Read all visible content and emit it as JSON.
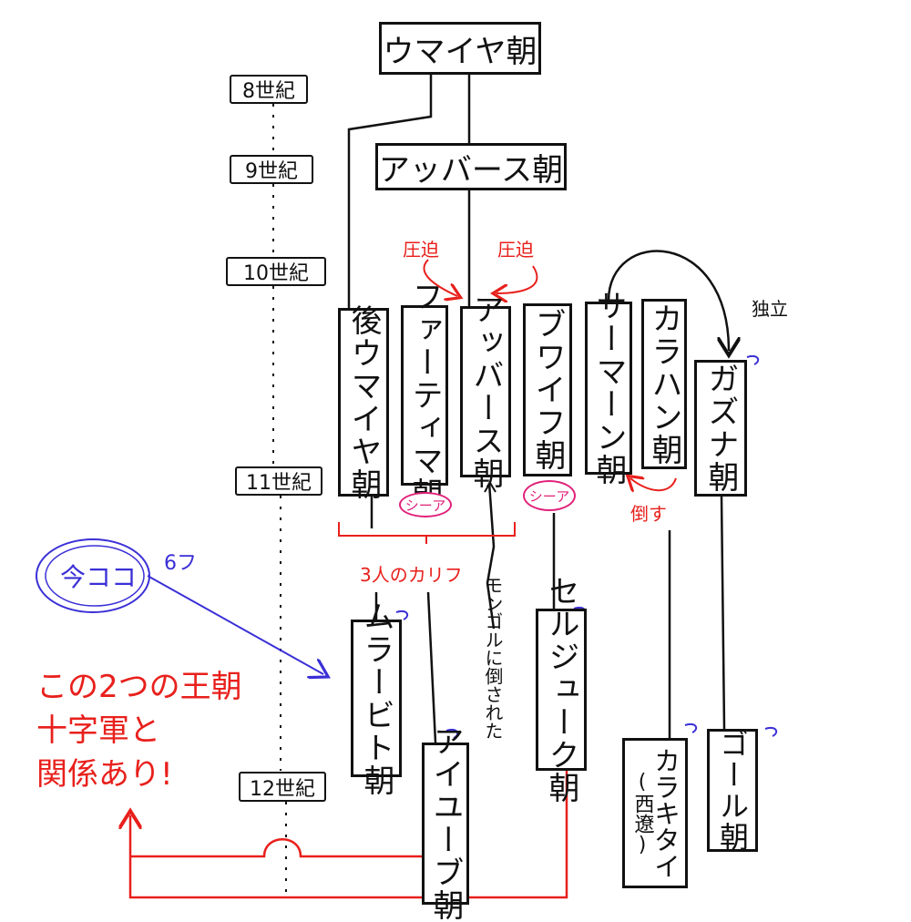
{
  "dynasties": {
    "umayyad": "ウマイヤ朝",
    "abbasid_top": "アッバース朝",
    "later_umayyad": "後ウマイヤ朝",
    "fatimid": "ファーティマ朝",
    "abbasid": "アッバース朝",
    "buyid": "ブワイフ朝",
    "samanid": "サーマーン朝",
    "karakhanid": "カラハン朝",
    "ghaznavid": "ガズナ朝",
    "almoravid": "ムラービト朝",
    "ayyubid": "アイユーブ朝",
    "seljuk": "セルジューク朝",
    "kara_khitai": "カラキタイ",
    "kara_khitai_sub": "(西遼)",
    "ghurid": "ゴール朝"
  },
  "centuries": {
    "c8": "8世紀",
    "c9": "9世紀",
    "c10": "10世紀",
    "c11": "11世紀",
    "c12": "12世紀"
  },
  "annotations": {
    "pressure_left": "圧迫",
    "pressure_right": "圧迫",
    "independence": "独立",
    "shia_fatimid": "シーア",
    "shia_buyid": "シーア",
    "overthrow": "倒す",
    "three_caliphs": "3人のカリフ",
    "mongol_note": "モンゴルに倒された",
    "here_label": "今ココ",
    "here_suffix": "6フ",
    "crusade_line1": "この2つの王朝",
    "crusade_line2": "十字軍と",
    "crusade_line3": "関係あり!"
  }
}
